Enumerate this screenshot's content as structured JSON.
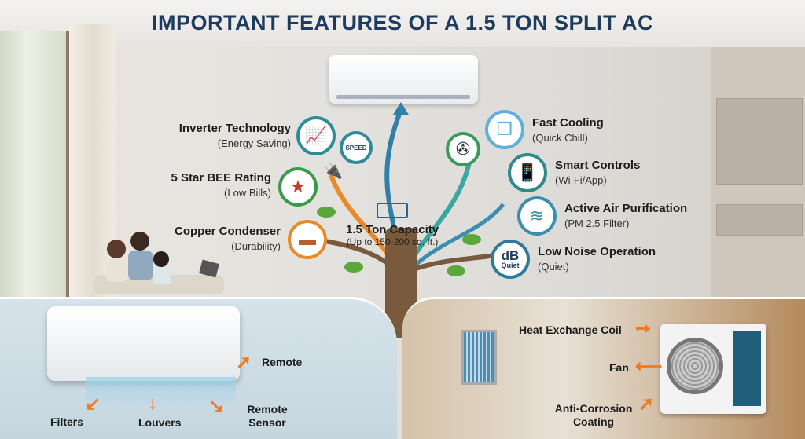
{
  "title": "IMPORTANT FEATURES OF A 1.5 TON SPLIT AC",
  "center": {
    "title": "1.5 Ton Capacity",
    "subtitle": "(Up to 150-200 sq. ft.)"
  },
  "left_features": [
    {
      "title": "Inverter Technology",
      "subtitle": "(Energy Saving)",
      "icon": "chart-up-icon",
      "color": "#2f8a9a"
    },
    {
      "title": "5 Star BEE Rating",
      "subtitle": "(Low Bills)",
      "icon": "star-rating-icon",
      "color": "#3a9a4a"
    },
    {
      "title": "Copper Condenser",
      "subtitle": "(Durability)",
      "icon": "copper-pipe-icon",
      "color": "#e88a2a"
    }
  ],
  "speed_icon_label": "SPEED",
  "right_features": [
    {
      "title": "Fast Cooling",
      "subtitle": "(Quick Chill)",
      "icon": "ice-cube-icon",
      "color": "#5fb0d8"
    },
    {
      "title": "Smart Controls",
      "subtitle": "(Wi-Fi/App)",
      "icon": "smartphone-wifi-icon",
      "color": "#2f8a8a"
    },
    {
      "title": "Active Air Purification",
      "subtitle": "(PM 2.5 Filter)",
      "icon": "air-flow-icon",
      "color": "#3a8fb0"
    },
    {
      "title": "Low Noise Operation",
      "subtitle": "(Quiet)",
      "icon": "decibel-icon",
      "color": "#2f7a9a",
      "icon_text": "dB",
      "icon_sub": "Quiet"
    }
  ],
  "indoor_labels": {
    "remote": "Remote",
    "filters": "Filters",
    "louvers": "Louvers",
    "remote_sensor": "Remote Sensor"
  },
  "outdoor_labels": {
    "coil": "Heat Exchange Coil",
    "fan": "Fan",
    "coating": "Anti-Corrosion Coating"
  }
}
